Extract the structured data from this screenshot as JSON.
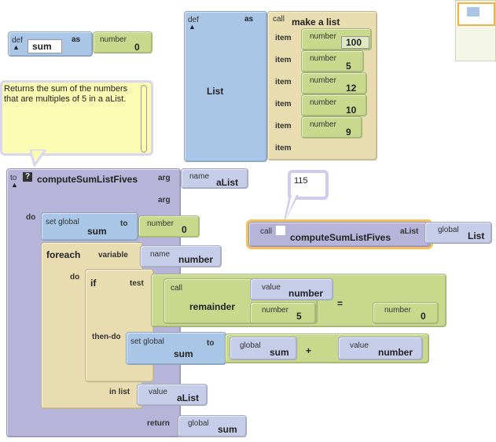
{
  "def_sum": {
    "def": "def",
    "name": "sum",
    "as": "as",
    "number_label": "number",
    "value": "0"
  },
  "def_list": {
    "def": "def",
    "name": "List",
    "as": "as",
    "call": "call",
    "func": "make a list",
    "item_label": "item",
    "number_label": "number",
    "items": [
      "100",
      "5",
      "12",
      "10",
      "9"
    ]
  },
  "comment": {
    "text": "Returns the sum of the numbers that are multiples of 5 in a aList."
  },
  "proc": {
    "to": "to",
    "help": "?",
    "name": "computeSumListFives",
    "arg": "arg",
    "name_label": "name",
    "arg_name": "aList",
    "do": "do",
    "set_global": "set global",
    "set_var": "sum",
    "to_kw": "to",
    "number_label": "number",
    "set_value": "0",
    "foreach": "foreach",
    "variable": "variable",
    "var_name": "number",
    "do2": "do",
    "if": "if",
    "test": "test",
    "call": "call",
    "remainder": "remainder",
    "value_label": "value",
    "rem_var": "number",
    "rem_num": "5",
    "eq": "=",
    "eq_num": "0",
    "then_do": "then-do",
    "set_global2": "set global",
    "sum_var": "sum",
    "global_label": "global",
    "plus": "+",
    "plus_var": "number",
    "in_list": "in list",
    "list_var": "aList",
    "return": "return",
    "ret_var": "sum"
  },
  "call_block": {
    "call": "call",
    "name": "computeSumListFives",
    "arg": "aList",
    "global_label": "global",
    "global_var": "List",
    "result": "115"
  }
}
